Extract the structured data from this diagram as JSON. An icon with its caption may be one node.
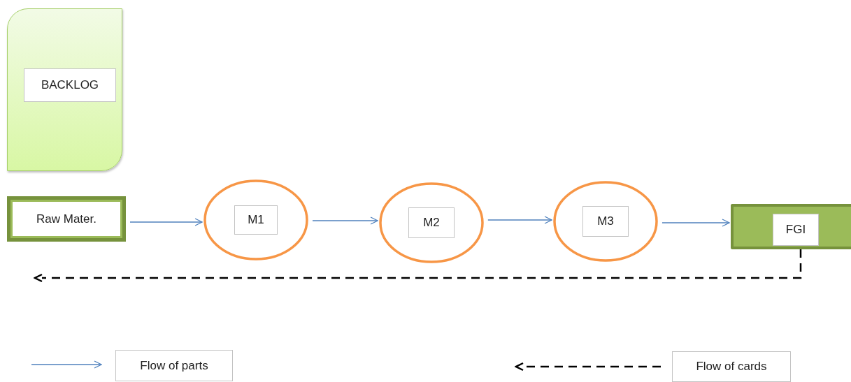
{
  "diagram": {
    "nodes": [
      {
        "text": [
          "BACKLOG"
        ]
      },
      {
        "text": [
          "Raw Mater."
        ]
      },
      {
        "text": [
          "M1"
        ]
      },
      {
        "text": [
          "M2"
        ]
      },
      {
        "text": [
          "M3"
        ]
      },
      {
        "text": [
          "FGI"
        ]
      }
    ],
    "edges": [
      {
        "from": 1,
        "to": 2,
        "arrow": "to"
      },
      {
        "from": 2,
        "to": 3,
        "arrow": "to"
      },
      {
        "from": 3,
        "to": 4,
        "arrow": "to"
      },
      {
        "from": 4,
        "to": 5,
        "arrow": "to"
      },
      {
        "from": 5,
        "to": null,
        "arrow": "to",
        "style": "dashed",
        "color": "#000000"
      }
    ],
    "legend": [
      {
        "text": "Flow of parts"
      },
      {
        "text": "Flow of cards"
      }
    ]
  }
}
